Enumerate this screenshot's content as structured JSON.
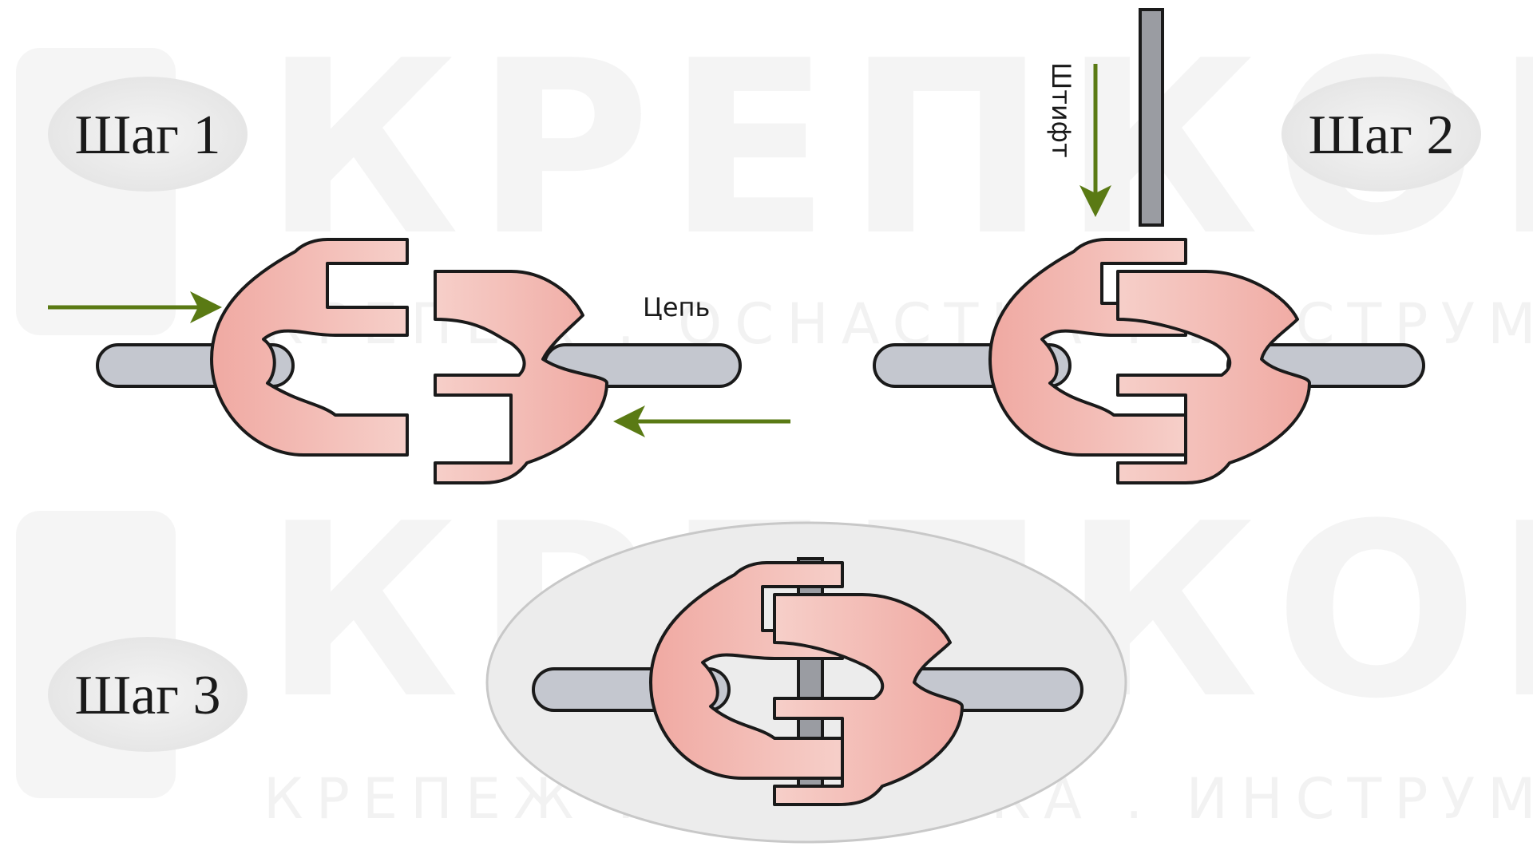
{
  "steps": {
    "step1": "Шаг 1",
    "step2": "Шаг 2",
    "step3": "Шаг 3"
  },
  "labels": {
    "chain": "Цепь",
    "pin": "Штифт"
  },
  "watermark": {
    "brand": "КРЕПКОМ",
    "tagline": "КРЕПЕЖ . ОСНАСТКА . ИНСТРУМЕНТ"
  },
  "colors": {
    "link_fill": "#f3b8b0",
    "link_stroke": "#1a1a1a",
    "chain_fill": "#c4c7cf",
    "pin_fill": "#9a9ca2",
    "arrow": "#5a7a14",
    "bubble": "#efefef"
  }
}
